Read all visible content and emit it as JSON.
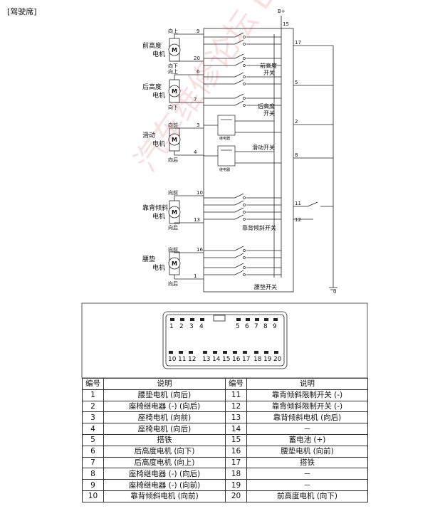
{
  "section_title": "[驾驶席]",
  "watermark": "汽车维修论坛 BY 明锦影视",
  "power_label": "B+",
  "ground_label": "0",
  "motors": [
    {
      "name_line1": "前高度",
      "name_line2": "电机",
      "dir_top": "向上",
      "dir_bottom": "向下",
      "pin_top": "9",
      "pin_bottom": "20",
      "symbol": "M"
    },
    {
      "name_line1": "后高度",
      "name_line2": "电机",
      "dir_top": "向上",
      "dir_bottom": "向下",
      "pin_top": "6",
      "pin_bottom": "7",
      "symbol": "M"
    },
    {
      "name_line1": "滑动",
      "name_line2": "电机",
      "dir_top": "向前",
      "dir_bottom": "向后",
      "pin_top": "3",
      "pin_bottom": "4",
      "symbol": "M"
    },
    {
      "name_line1": "靠背倾斜",
      "name_line2": "电机",
      "dir_top": "向前",
      "dir_bottom": "向后",
      "pin_top": "10",
      "pin_bottom": "13",
      "symbol": "M"
    },
    {
      "name_line1": "腰垫",
      "name_line2": "电机",
      "dir_top": "向前",
      "dir_bottom": "向后",
      "pin_top": "16",
      "pin_bottom": "1",
      "symbol": "M"
    }
  ],
  "switches": {
    "front_height_line1": "前高度",
    "front_height_line2": "开关",
    "rear_height_line1": "后高度",
    "rear_height_line2": "开关",
    "slide": "滑动开关",
    "recline": "靠背倾斜开关",
    "lumbar": "腰垫开关",
    "relay": "继电器"
  },
  "right_pins": [
    "15",
    "17",
    "5",
    "2",
    "8",
    "11",
    "12"
  ],
  "connector": {
    "top_row_left": [
      "1",
      "2",
      "3",
      "4"
    ],
    "top_row_right": [
      "5",
      "6",
      "7",
      "8",
      "9"
    ],
    "bottom_row_left": [
      "10",
      "11",
      "12"
    ],
    "bottom_row_mid": [
      "13",
      "14",
      "15",
      "16",
      "17"
    ],
    "bottom_row_right": [
      "18",
      "19",
      "20"
    ]
  },
  "pin_table": {
    "headers": [
      "编号",
      "说明",
      "编号",
      "说明"
    ],
    "rows": [
      [
        "1",
        "腰垫电机 (向后)",
        "11",
        "靠背倾斜限制开关 (-)"
      ],
      [
        "2",
        "座椅继电器 (-) (向后)",
        "12",
        "靠背倾斜限制开关 (-)"
      ],
      [
        "3",
        "座椅电机 (向前)",
        "13",
        "靠背倾斜电机 (向后)"
      ],
      [
        "4",
        "座椅电机 (向后)",
        "14",
        "－"
      ],
      [
        "5",
        "搭铁",
        "15",
        "蓄电池 (+)"
      ],
      [
        "6",
        "后高度电机 (向下)",
        "16",
        "腰垫电机 (向前)"
      ],
      [
        "7",
        "后高度电机 (向上)",
        "17",
        "搭铁"
      ],
      [
        "8",
        "座椅继电器 (-) (向后)",
        "18",
        "－"
      ],
      [
        "9",
        "座椅继电器 (-) (向前)",
        "19",
        "－"
      ],
      [
        "10",
        "靠背倾斜电机 (向前)",
        "20",
        "前高度电机 (向下)"
      ]
    ]
  }
}
